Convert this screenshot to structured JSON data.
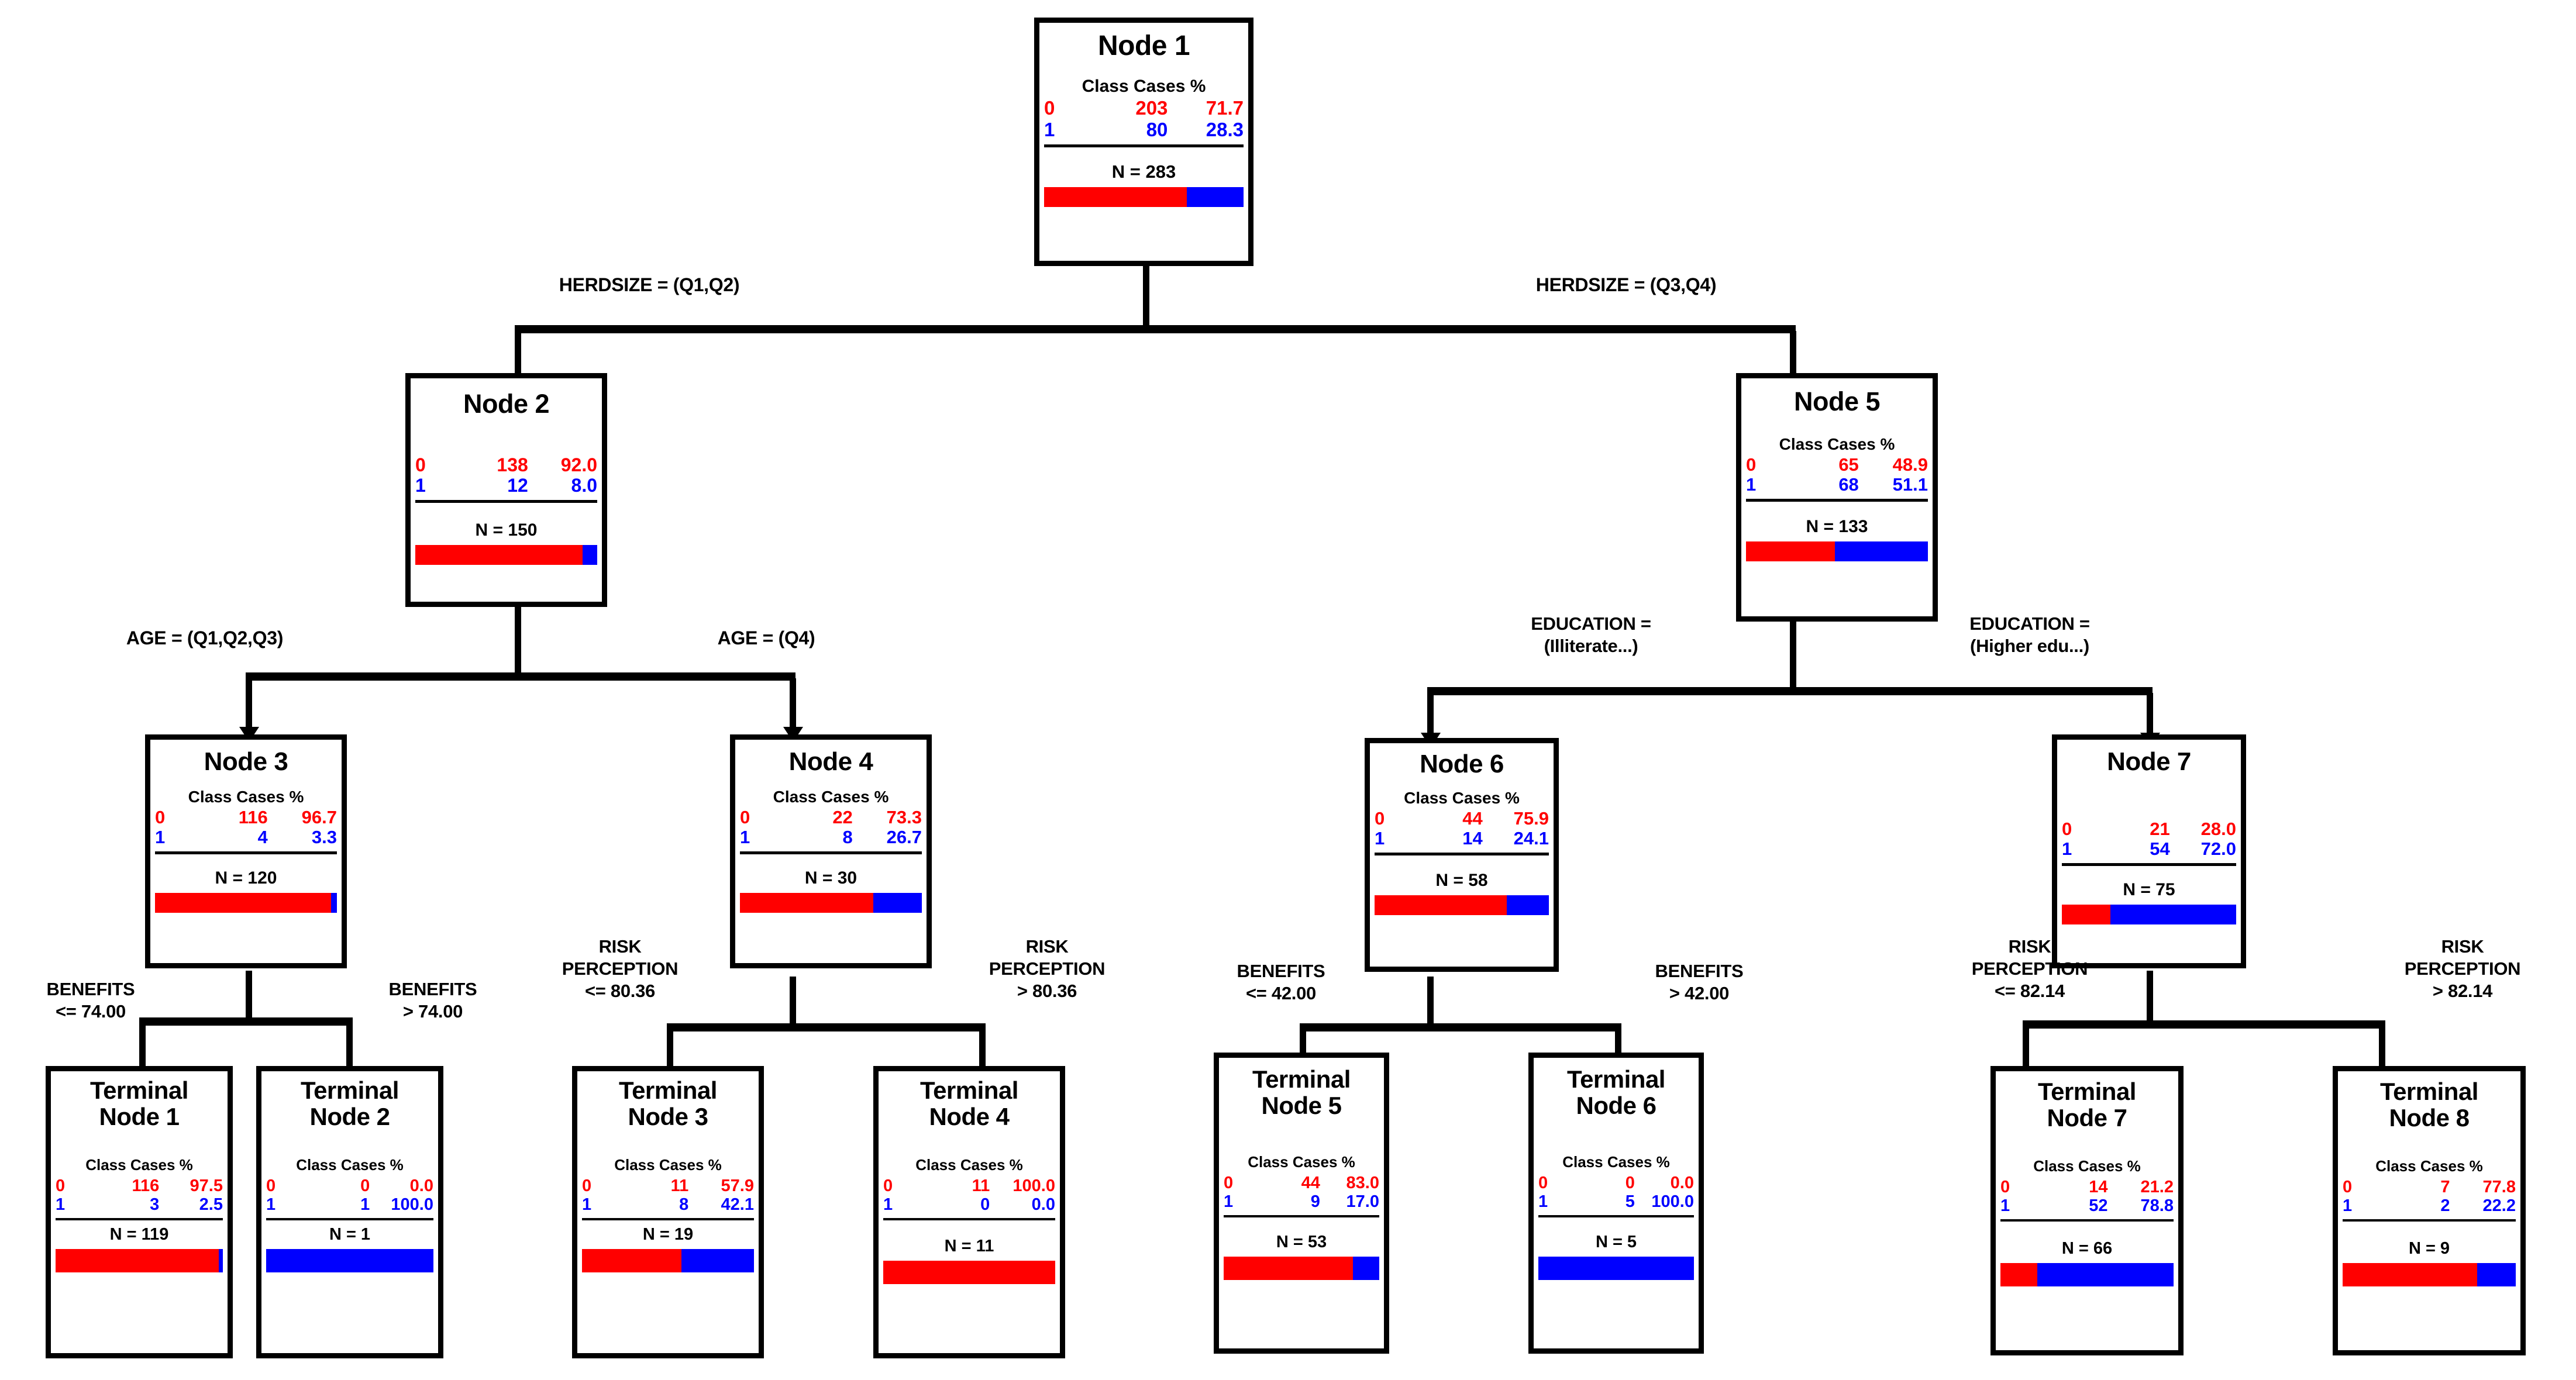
{
  "diagram": {
    "title": "Classification tree",
    "class_header": "Class Cases  %",
    "colors": {
      "class0": "#ff0000",
      "class1": "#0000ff",
      "border": "#000000",
      "background": "#ffffff"
    }
  },
  "nodes": [
    {
      "id": "node1",
      "title": "Node 1",
      "show_header": true,
      "header": "Class Cases  %",
      "rows": [
        {
          "cls": "0",
          "cases": "203",
          "pct": "71.7"
        },
        {
          "cls": "1",
          "cases": "80",
          "pct": "28.3"
        }
      ],
      "n_label": "N = 283",
      "bar0_pct": 71.7,
      "bar1_pct": 28.3
    },
    {
      "id": "node2",
      "title": "Node 2",
      "show_header": false,
      "header": "",
      "rows": [
        {
          "cls": "0",
          "cases": "138",
          "pct": "92.0"
        },
        {
          "cls": "1",
          "cases": "12",
          "pct": "8.0"
        }
      ],
      "n_label": "N = 150",
      "bar0_pct": 92.0,
      "bar1_pct": 8.0
    },
    {
      "id": "node3",
      "title": "Node 3",
      "show_header": true,
      "header": "Class Cases  %",
      "rows": [
        {
          "cls": "0",
          "cases": "116",
          "pct": "96.7"
        },
        {
          "cls": "1",
          "cases": "4",
          "pct": "3.3"
        }
      ],
      "n_label": "N = 120",
      "bar0_pct": 96.7,
      "bar1_pct": 3.3
    },
    {
      "id": "node4",
      "title": "Node 4",
      "show_header": true,
      "header": "Class Cases  %",
      "rows": [
        {
          "cls": "0",
          "cases": "22",
          "pct": "73.3"
        },
        {
          "cls": "1",
          "cases": "8",
          "pct": "26.7"
        }
      ],
      "n_label": "N = 30",
      "bar0_pct": 73.3,
      "bar1_pct": 26.7
    },
    {
      "id": "node5",
      "title": "Node 5",
      "show_header": true,
      "header": "Class Cases  %",
      "rows": [
        {
          "cls": "0",
          "cases": "65",
          "pct": "48.9"
        },
        {
          "cls": "1",
          "cases": "68",
          "pct": "51.1"
        }
      ],
      "n_label": "N = 133",
      "bar0_pct": 48.9,
      "bar1_pct": 51.1
    },
    {
      "id": "node6",
      "title": "Node 6",
      "show_header": true,
      "header": "Class Cases  %",
      "rows": [
        {
          "cls": "0",
          "cases": "44",
          "pct": "75.9"
        },
        {
          "cls": "1",
          "cases": "14",
          "pct": "24.1"
        }
      ],
      "n_label": "N = 58",
      "bar0_pct": 75.9,
      "bar1_pct": 24.1
    },
    {
      "id": "node7",
      "title": "Node 7",
      "show_header": false,
      "header": "",
      "rows": [
        {
          "cls": "0",
          "cases": "21",
          "pct": "28.0"
        },
        {
          "cls": "1",
          "cases": "54",
          "pct": "72.0"
        }
      ],
      "n_label": "N = 75",
      "bar0_pct": 28.0,
      "bar1_pct": 72.0
    },
    {
      "id": "terminal1",
      "title": "Terminal\nNode 1",
      "show_header": true,
      "header": "Class Cases  %",
      "rows": [
        {
          "cls": "0",
          "cases": "116",
          "pct": "97.5"
        },
        {
          "cls": "1",
          "cases": "3",
          "pct": "2.5"
        }
      ],
      "n_label": "N = 119",
      "bar0_pct": 97.5,
      "bar1_pct": 2.5
    },
    {
      "id": "terminal2",
      "title": "Terminal\nNode 2",
      "show_header": true,
      "header": "Class Cases  %",
      "rows": [
        {
          "cls": "0",
          "cases": "0",
          "pct": "0.0"
        },
        {
          "cls": "1",
          "cases": "1",
          "pct": "100.0"
        }
      ],
      "n_label": "N = 1",
      "bar0_pct": 0.0,
      "bar1_pct": 100.0
    },
    {
      "id": "terminal3",
      "title": "Terminal\nNode 3",
      "show_header": true,
      "header": "Class Cases  %",
      "rows": [
        {
          "cls": "0",
          "cases": "11",
          "pct": "57.9"
        },
        {
          "cls": "1",
          "cases": "8",
          "pct": "42.1"
        }
      ],
      "n_label": "N = 19",
      "bar0_pct": 57.9,
      "bar1_pct": 42.1
    },
    {
      "id": "terminal4",
      "title": "Terminal\nNode 4",
      "show_header": true,
      "header": "Class Cases  %",
      "rows": [
        {
          "cls": "0",
          "cases": "11",
          "pct": "100.0"
        },
        {
          "cls": "1",
          "cases": "0",
          "pct": "0.0"
        }
      ],
      "n_label": "N = 11",
      "bar0_pct": 100.0,
      "bar1_pct": 0.0
    },
    {
      "id": "terminal5",
      "title": "Terminal\nNode 5",
      "show_header": true,
      "header": "Class Cases  %",
      "rows": [
        {
          "cls": "0",
          "cases": "44",
          "pct": "83.0"
        },
        {
          "cls": "1",
          "cases": "9",
          "pct": "17.0"
        }
      ],
      "n_label": "N = 53",
      "bar0_pct": 83.0,
      "bar1_pct": 17.0
    },
    {
      "id": "terminal6",
      "title": "Terminal\nNode 6",
      "show_header": true,
      "header": "Class Cases  %",
      "rows": [
        {
          "cls": "0",
          "cases": "0",
          "pct": "0.0"
        },
        {
          "cls": "1",
          "cases": "5",
          "pct": "100.0"
        }
      ],
      "n_label": "N = 5",
      "bar0_pct": 0.0,
      "bar1_pct": 100.0
    },
    {
      "id": "terminal7",
      "title": "Terminal\nNode 7",
      "show_header": true,
      "header": "Class Cases  %",
      "rows": [
        {
          "cls": "0",
          "cases": "14",
          "pct": "21.2"
        },
        {
          "cls": "1",
          "cases": "52",
          "pct": "78.8"
        }
      ],
      "n_label": "N = 66",
      "bar0_pct": 21.2,
      "bar1_pct": 78.8
    },
    {
      "id": "terminal8",
      "title": "Terminal\nNode 8",
      "show_header": true,
      "header": "Class Cases  %",
      "rows": [
        {
          "cls": "0",
          "cases": "7",
          "pct": "77.8"
        },
        {
          "cls": "1",
          "cases": "2",
          "pct": "22.2"
        }
      ],
      "n_label": "N = 9",
      "bar0_pct": 77.8,
      "bar1_pct": 22.2
    }
  ],
  "edge_labels": {
    "herdsize_left": "HERDSIZE  = (Q1,Q2)",
    "herdsize_right": "HERDSIZE = (Q3,Q4)",
    "age_left": "AGE = (Q1,Q2,Q3)",
    "age_right": "AGE = (Q4)",
    "education_left": "EDUCATION =\n(Illiterate...)",
    "education_right": "EDUCATION =\n(Higher edu...)",
    "benefits_n3_left": "BENEFITS\n<= 74.00",
    "benefits_n3_right": "BENEFITS\n> 74.00",
    "risk_n4_left": "RISK\nPERCEPTION\n<= 80.36",
    "risk_n4_right": "RISK\nPERCEPTION\n> 80.36",
    "benefits_n6_left": "BENEFITS\n<= 42.00",
    "benefits_n6_right": "BENEFITS\n> 42.00",
    "risk_n7_left": "RISK\nPERCEPTION\n<= 82.14",
    "risk_n7_right": "RISK\nPERCEPTION\n> 82.14"
  }
}
